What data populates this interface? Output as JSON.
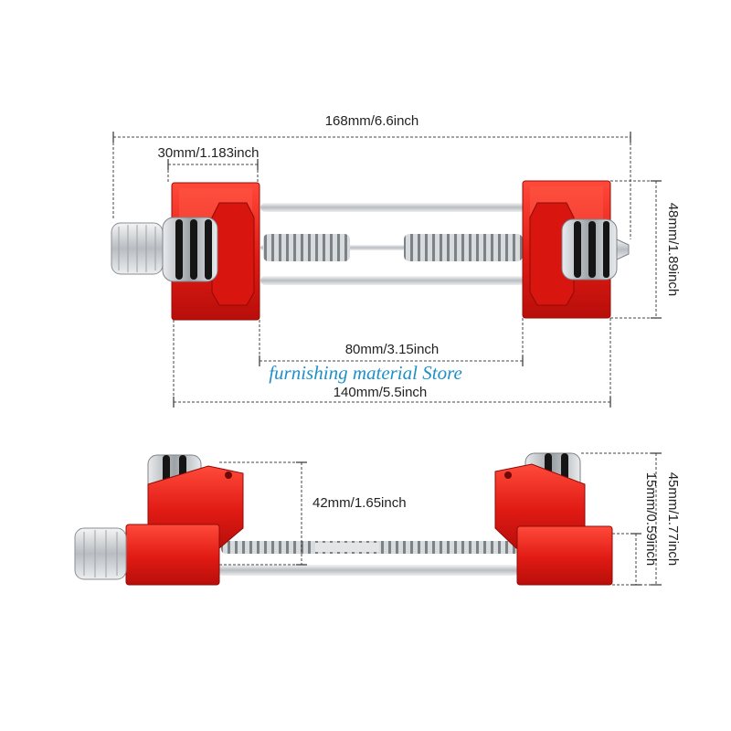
{
  "top_view": {
    "overall_length": "168mm/6.6inch",
    "block_width": "30mm/1.183inch",
    "inner_gap": "80mm/3.15inch",
    "outer_width": "140mm/5.5inch",
    "height": "48mm/1.89inch"
  },
  "side_view": {
    "roller_height": "42mm/1.65inch",
    "total_height": "45mm/1.77inch",
    "base_height": "15mm/0.59inch"
  },
  "watermark": "furnishing material Store",
  "colors": {
    "body_red": "#e02020",
    "red_dark": "#a81010",
    "steel": "#c8ccd0",
    "watermark": "#1e90c8"
  }
}
